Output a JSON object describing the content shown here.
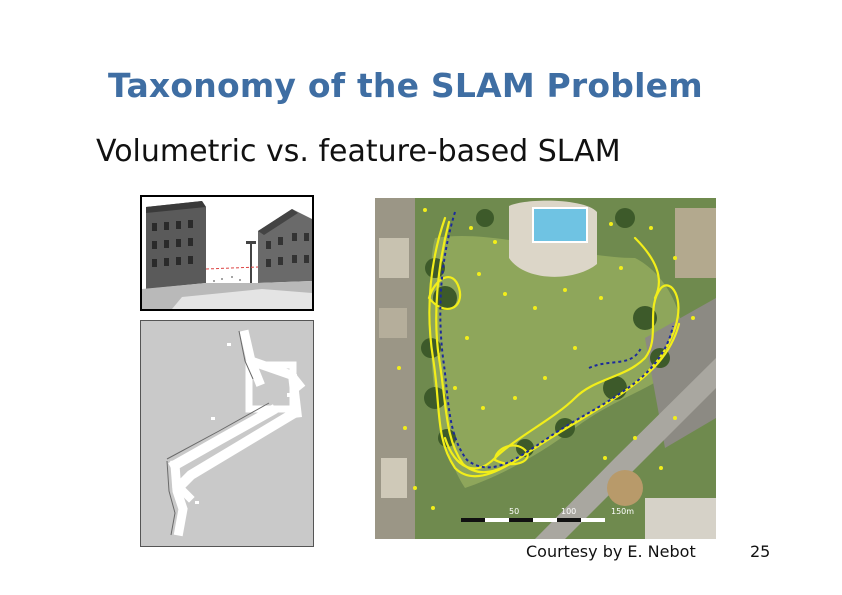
{
  "slide": {
    "title": "Taxonomy of the SLAM Problem",
    "subtitle": "Volumetric vs. feature-based SLAM",
    "courtesy": "Courtesy by E. Nebot",
    "page_number": "25"
  },
  "aerial_scale": {
    "labels": [
      "50",
      "100",
      "150m"
    ]
  },
  "colors": {
    "title": "#3f6ea3",
    "trajectory": "#f2ee1a",
    "estimated_path": "#1c2a9c",
    "grass": "#6f8a4e",
    "gridmap_background": "#c9c9c9"
  }
}
